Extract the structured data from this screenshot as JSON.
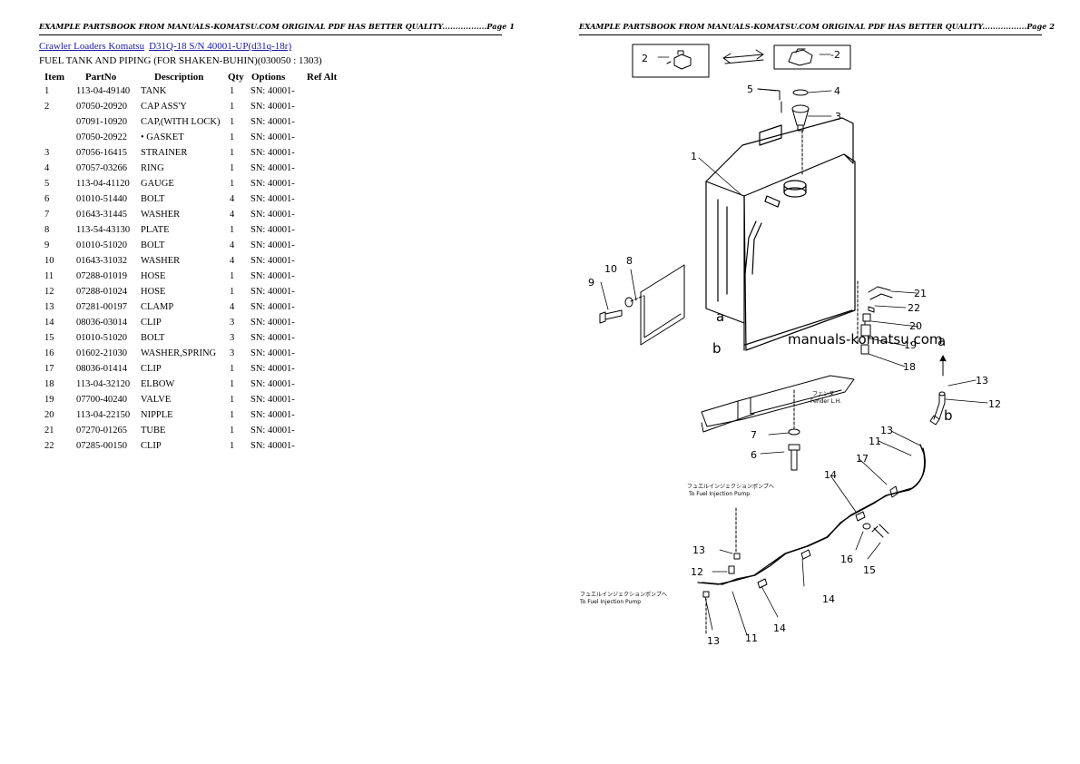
{
  "page1": {
    "header": "EXAMPLE PARTSBOOK FROM MANUALS-KOMATSU.COM ORIGINAL PDF HAS BETTER QUALITY.................Page 1",
    "breadcrumb": {
      "link1": "Crawler Loaders Komatsu",
      "link2": "D31Q-18 S/N 40001-UP(d31q-18r)"
    },
    "section_title": "FUEL TANK AND PIPING (FOR SHAKEN-BUHIN)(030050 : 1303)",
    "table": {
      "columns": [
        "Item",
        "PartNo",
        "Description",
        "Qty",
        "Options",
        "Ref Alt"
      ],
      "rows": [
        {
          "item": "1",
          "partno": "113-04-49140",
          "desc": "TANK",
          "qty": "1",
          "opt": "SN: 40001-"
        },
        {
          "item": "2",
          "partno": "07050-20920",
          "desc": "CAP ASS'Y",
          "qty": "1",
          "opt": "SN: 40001-"
        },
        {
          "item": "",
          "partno": "07091-10920",
          "desc": "CAP,(WITH LOCK)",
          "qty": "1",
          "opt": "SN: 40001-"
        },
        {
          "item": "",
          "partno": "07050-20922",
          "desc": "• GASKET",
          "qty": "1",
          "opt": "SN: 40001-"
        },
        {
          "item": "3",
          "partno": "07056-16415",
          "desc": "STRAINER",
          "qty": "1",
          "opt": "SN: 40001-"
        },
        {
          "item": "4",
          "partno": "07057-03266",
          "desc": "RING",
          "qty": "1",
          "opt": "SN: 40001-"
        },
        {
          "item": "5",
          "partno": "113-04-41120",
          "desc": "GAUGE",
          "qty": "1",
          "opt": "SN: 40001-"
        },
        {
          "item": "6",
          "partno": "01010-51440",
          "desc": "BOLT",
          "qty": "4",
          "opt": "SN: 40001-"
        },
        {
          "item": "7",
          "partno": "01643-31445",
          "desc": "WASHER",
          "qty": "4",
          "opt": "SN: 40001-"
        },
        {
          "item": "8",
          "partno": "113-54-43130",
          "desc": "PLATE",
          "qty": "1",
          "opt": "SN: 40001-"
        },
        {
          "item": "9",
          "partno": "01010-51020",
          "desc": "BOLT",
          "qty": "4",
          "opt": "SN: 40001-"
        },
        {
          "item": "10",
          "partno": "01643-31032",
          "desc": "WASHER",
          "qty": "4",
          "opt": "SN: 40001-"
        },
        {
          "item": "11",
          "partno": "07288-01019",
          "desc": "HOSE",
          "qty": "1",
          "opt": "SN: 40001-"
        },
        {
          "item": "12",
          "partno": "07288-01024",
          "desc": "HOSE",
          "qty": "1",
          "opt": "SN: 40001-"
        },
        {
          "item": "13",
          "partno": "07281-00197",
          "desc": "CLAMP",
          "qty": "4",
          "opt": "SN: 40001-"
        },
        {
          "item": "14",
          "partno": "08036-03014",
          "desc": "CLIP",
          "qty": "3",
          "opt": "SN: 40001-"
        },
        {
          "item": "15",
          "partno": "01010-51020",
          "desc": "BOLT",
          "qty": "3",
          "opt": "SN: 40001-"
        },
        {
          "item": "16",
          "partno": "01602-21030",
          "desc": "WASHER,SPRING",
          "qty": "3",
          "opt": "SN: 40001-"
        },
        {
          "item": "17",
          "partno": "08036-01414",
          "desc": "CLIP",
          "qty": "1",
          "opt": "SN: 40001-"
        },
        {
          "item": "18",
          "partno": "113-04-32120",
          "desc": "ELBOW",
          "qty": "1",
          "opt": "SN: 40001-"
        },
        {
          "item": "19",
          "partno": "07700-40240",
          "desc": "VALVE",
          "qty": "1",
          "opt": "SN: 40001-"
        },
        {
          "item": "20",
          "partno": "113-04-22150",
          "desc": "NIPPLE",
          "qty": "1",
          "opt": "SN: 40001-"
        },
        {
          "item": "21",
          "partno": "07270-01265",
          "desc": "TUBE",
          "qty": "1",
          "opt": "SN: 40001-"
        },
        {
          "item": "22",
          "partno": "07285-00150",
          "desc": "CLIP",
          "qty": "1",
          "opt": "SN: 40001-"
        }
      ]
    }
  },
  "page2": {
    "header": "EXAMPLE PARTSBOOK FROM MANUALS-KOMATSU.COM ORIGINAL PDF HAS BETTER QUALITY.................Page 2",
    "diagram": {
      "watermark": "manuals-komatsu.com",
      "fender_jp": "フェンダ",
      "fender_en": "Fender L.H.",
      "pump_note_jp": "フュエルインジェクションポンプへ",
      "pump_note_en": "To Fuel Injection Pump",
      "callouts": {
        "c1": "1",
        "c2a": "2",
        "c2b": "-2",
        "c3": "3",
        "c4": "4",
        "c5": "5",
        "c6": "6",
        "c7": "7",
        "c8": "8",
        "c9": "9",
        "c10": "10",
        "c11a": "11",
        "c11b": "11",
        "c12a": "12",
        "c12b": "12",
        "c13a": "13",
        "c13b": "13",
        "c13c": "13",
        "c13d": "13",
        "c14a": "14",
        "c14b": "14",
        "c14c": "14",
        "c15": "15",
        "c16": "16",
        "c17": "17",
        "c18": "18",
        "c19": "19",
        "c20": "20",
        "c21": "21",
        "c22": "22",
        "ca1": "a",
        "ca2": "a",
        "cb1": "b",
        "cb2": "b"
      }
    }
  }
}
